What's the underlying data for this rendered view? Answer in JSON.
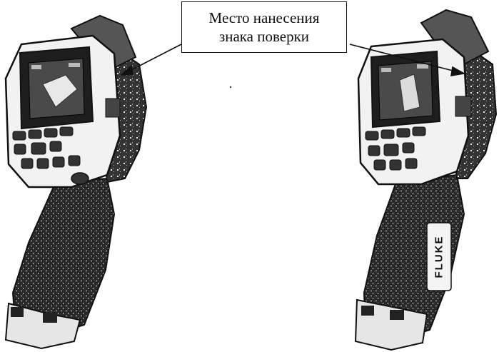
{
  "callout": {
    "line1": "Место нанесения",
    "line2": "знака поверки"
  },
  "brand_text": "FLUKE",
  "colors": {
    "ink": "#111111",
    "paper": "#ffffff",
    "shade": "#9a9a9a"
  },
  "devices": [
    "thermal-imager-left",
    "thermal-imager-right"
  ]
}
